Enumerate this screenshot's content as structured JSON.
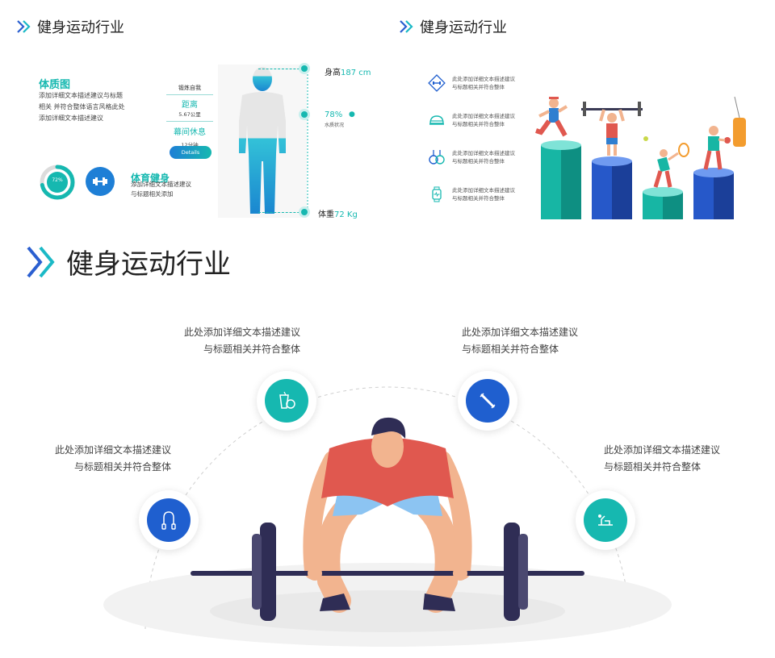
{
  "slide1": {
    "title": "健身运动行业",
    "physique": {
      "heading": "体质图",
      "desc_lines": [
        "添加详细文本描述建议与标题",
        "相关 并符合整体语言风格此处",
        "添加详细文本描述建议"
      ],
      "donut_label": "72%",
      "donut_percent": 72,
      "fitness_heading": "体育健身",
      "fitness_lines": [
        "添加详细文本描述建议",
        "与标题相关添加"
      ]
    },
    "stats": {
      "exercise_label": "锻炼自我",
      "distance_label": "距离",
      "distance_value": "5.67公里",
      "rest_label": "幕间休息",
      "rest_value": "12分钟",
      "details_button": "Details"
    },
    "height": {
      "label": "身高",
      "value": "187 cm"
    },
    "water": {
      "value": "78%",
      "label": "水质状况"
    },
    "weight": {
      "label": "体重",
      "value": "72 Kg"
    },
    "body_fill_percent": 62
  },
  "slide2": {
    "title": "健身运动行业",
    "items": [
      {
        "icon": "dumbbell-icon",
        "line1": "此处添加详细文本描述建议",
        "line2": "与标题相关并符合整体"
      },
      {
        "icon": "helmet-icon",
        "line1": "此处添加详细文本描述建议",
        "line2": "与标题相关并符合整体"
      },
      {
        "icon": "rings-icon",
        "line1": "此处添加详细文本描述建议",
        "line2": "与标题相关并符合整体"
      },
      {
        "icon": "watch-icon",
        "line1": "此处添加详细文本描述建议",
        "line2": "与标题相关并符合整体"
      }
    ]
  },
  "slide3": {
    "title": "健身运动行业",
    "callouts": [
      {
        "line1": "此处添加详细文本描述建议",
        "line2": "与标题相关并符合整体"
      },
      {
        "line1": "此处添加详细文本描述建议",
        "line2": "与标题相关并符合整体"
      },
      {
        "line1": "此处添加详细文本描述建议",
        "line2": "与标题相关并符合整体"
      },
      {
        "line1": "此处添加详细文本描述建议",
        "line2": "与标题相关并符合整体"
      }
    ]
  },
  "colors": {
    "teal": "#16b8b0",
    "blue": "#1f5fcf",
    "red": "#e0584f",
    "navy": "#2f2d55"
  }
}
